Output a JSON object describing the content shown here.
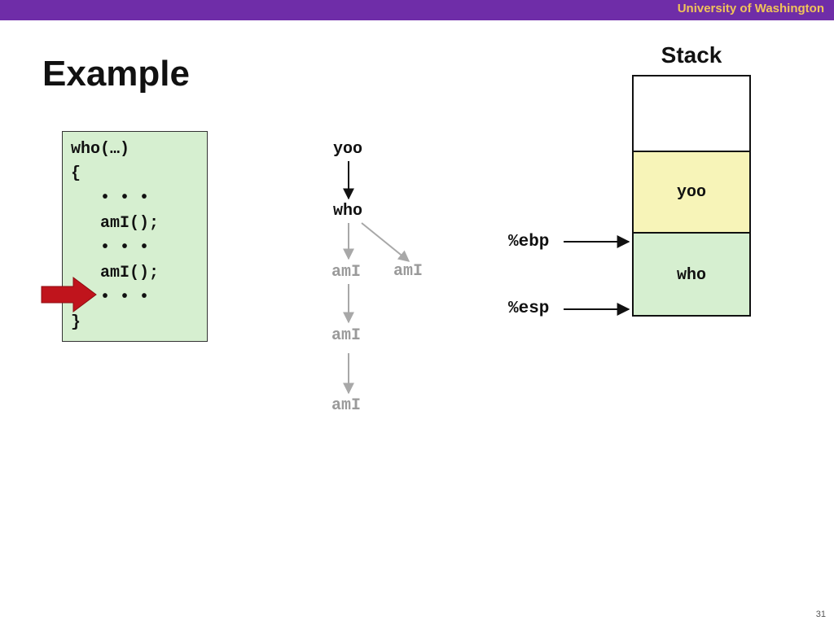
{
  "header": {
    "institution": "University of Washington"
  },
  "slide": {
    "title": "Example",
    "number": "31"
  },
  "code": {
    "lines": [
      "who(…)",
      "{",
      "   • • •",
      "   amI();",
      "   • • •",
      "   amI();",
      "   • • •",
      "}"
    ],
    "current_line_index": 6
  },
  "call_tree": {
    "nodes": [
      {
        "id": "yoo",
        "label": "yoo",
        "active": true
      },
      {
        "id": "who",
        "label": "who",
        "active": true
      },
      {
        "id": "amI_1",
        "label": "amI",
        "active": false
      },
      {
        "id": "amI_2",
        "label": "amI",
        "active": false
      },
      {
        "id": "amI_3",
        "label": "amI",
        "active": false
      },
      {
        "id": "amI_4",
        "label": "amI",
        "active": false
      }
    ],
    "edges": [
      {
        "from": "yoo",
        "to": "who",
        "active": true
      },
      {
        "from": "who",
        "to": "amI_1",
        "active": false
      },
      {
        "from": "who",
        "to": "amI_4",
        "active": false
      },
      {
        "from": "amI_1",
        "to": "amI_2",
        "active": false
      },
      {
        "from": "amI_2",
        "to": "amI_3",
        "active": false
      }
    ]
  },
  "stack": {
    "title": "Stack",
    "frames": [
      {
        "label": "",
        "color": "#ffffff"
      },
      {
        "label": "yoo",
        "color": "#f7f4b8"
      },
      {
        "label": "who",
        "color": "#d6efd0"
      }
    ],
    "registers": [
      {
        "name": "%ebp",
        "points_to": "who-frame-top"
      },
      {
        "name": "%esp",
        "points_to": "who-frame-bottom"
      }
    ]
  },
  "colors": {
    "header_bar": "#6f2da8",
    "institution_text": "#f0c35a",
    "code_box": "#d6efd0",
    "pc_arrow": "#c0141c",
    "inactive_text": "#9a9a9a"
  }
}
